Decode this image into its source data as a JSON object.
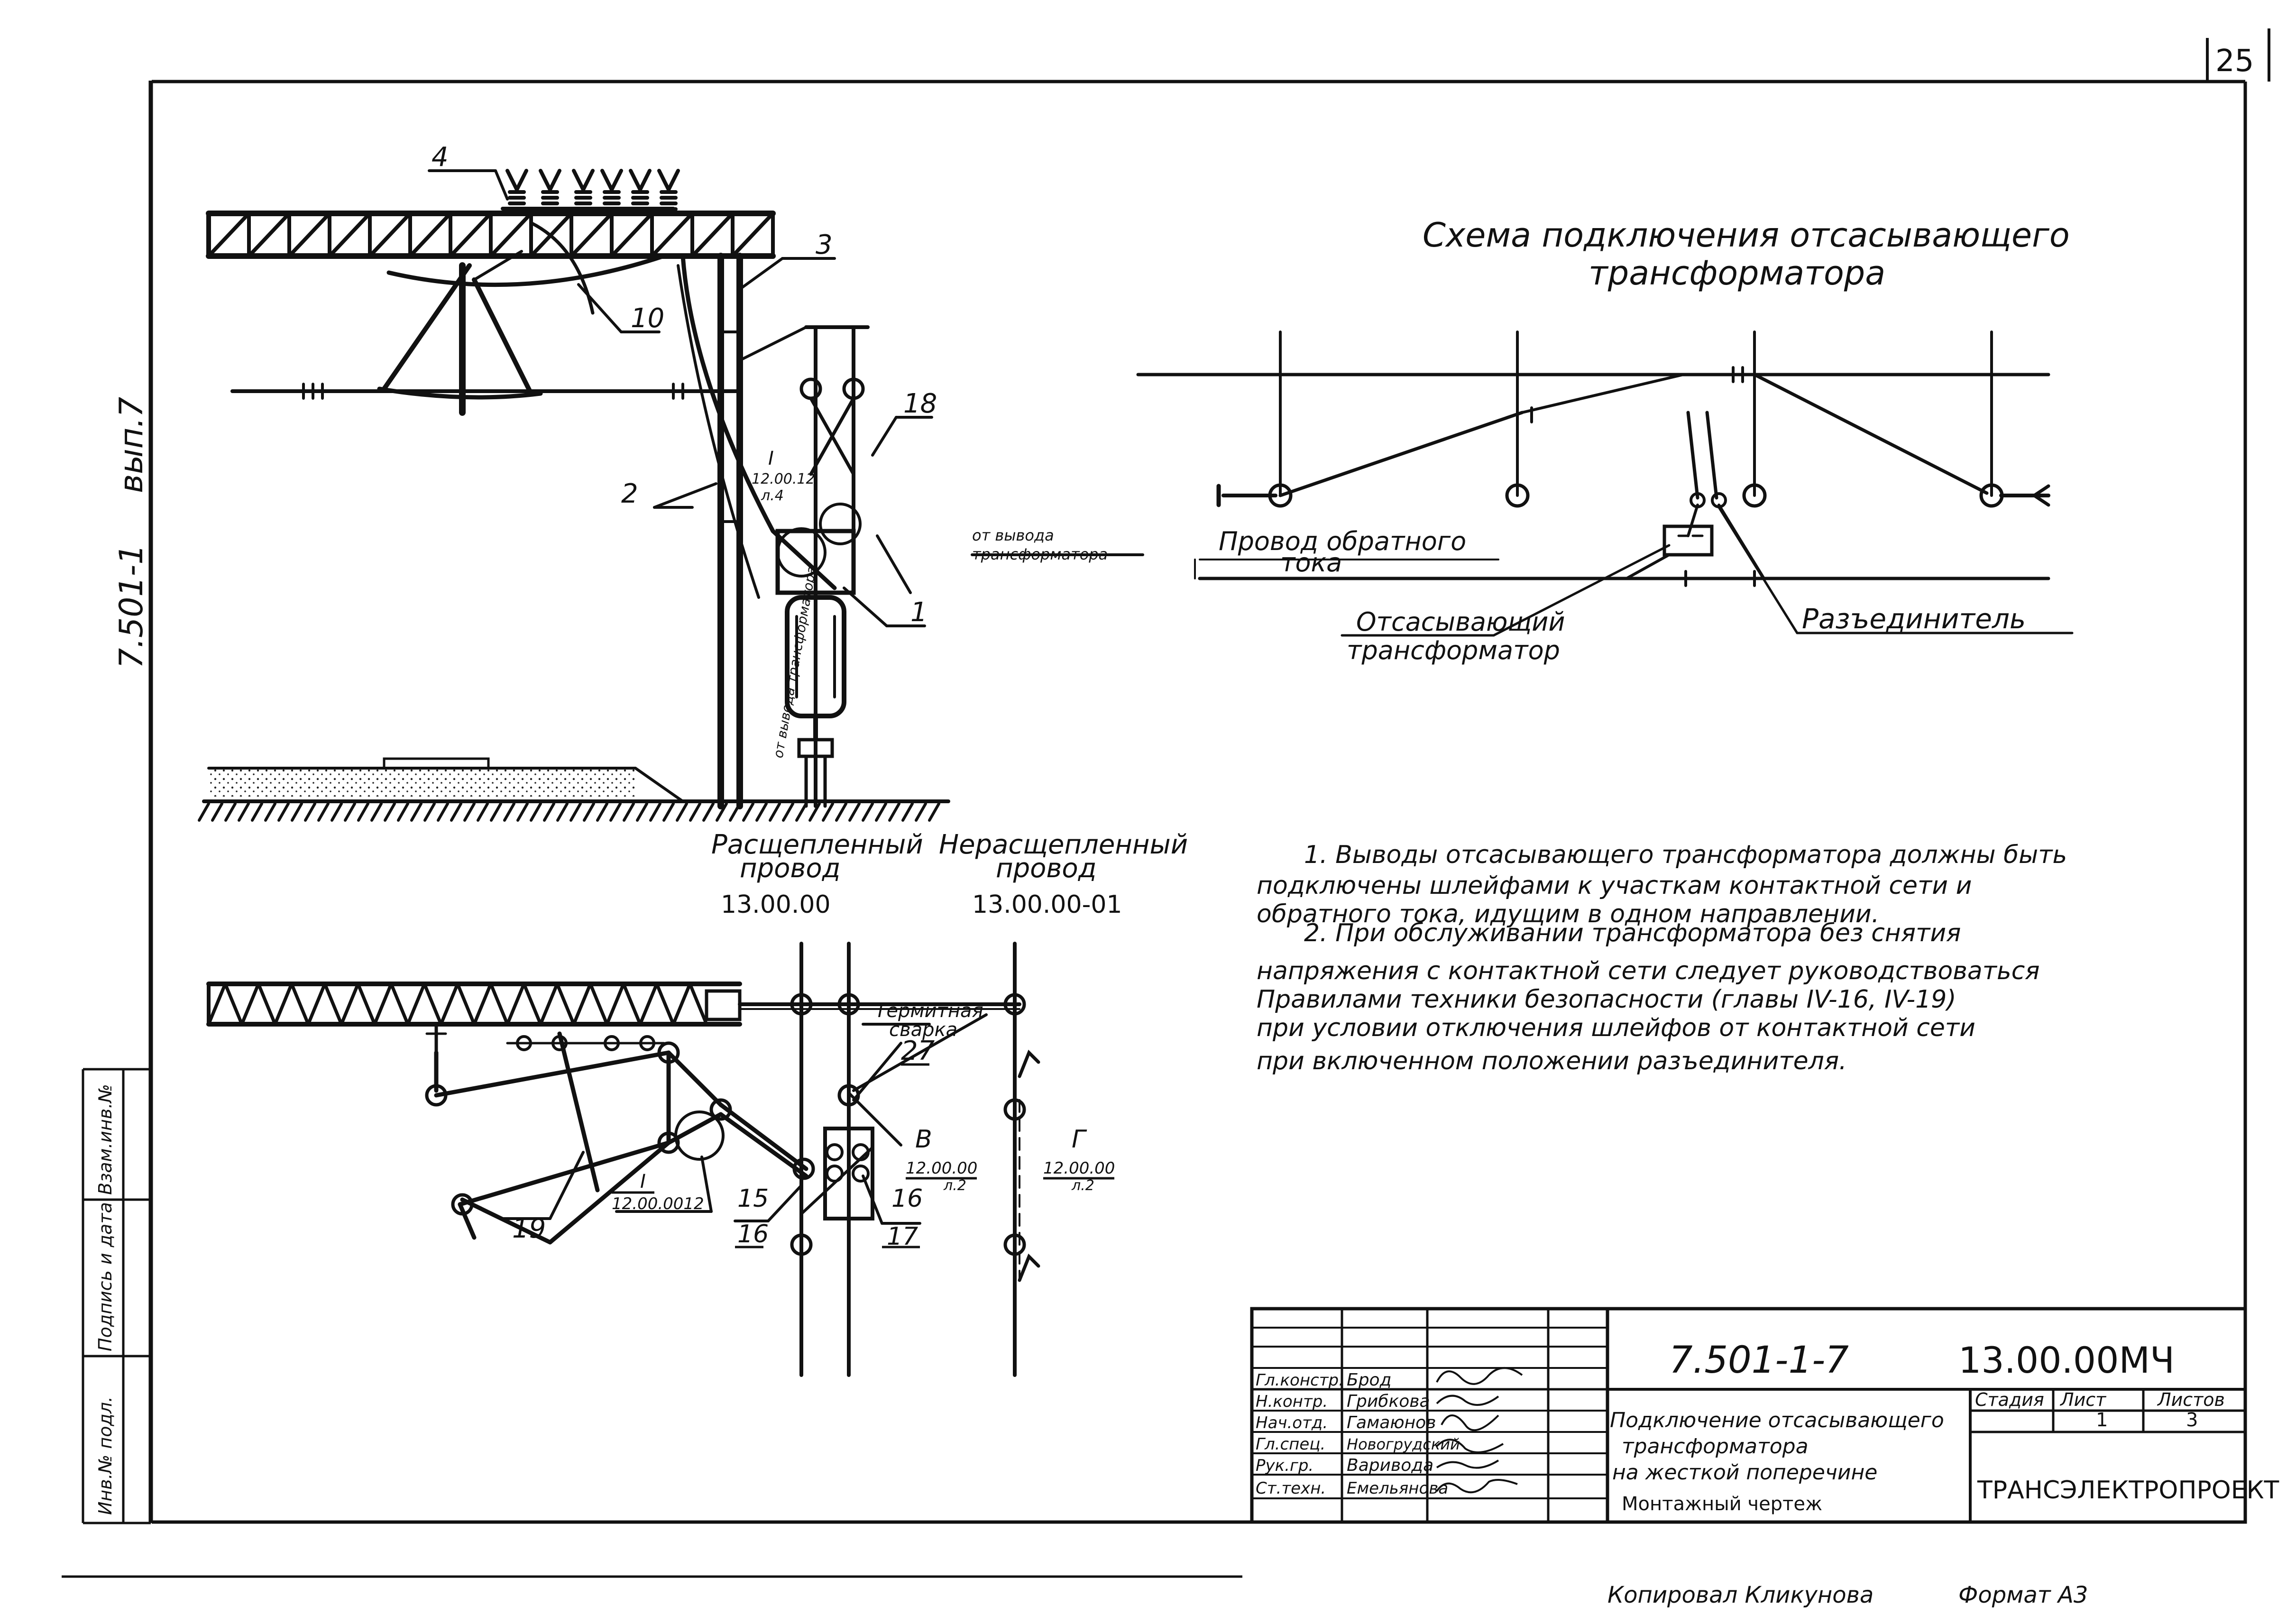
{
  "page_number": "25",
  "side": {
    "doc_vertical": "7.501-1",
    "vyp_vertical": "вып.7",
    "stamp_fields": [
      "Инв.№ подл.",
      "Подпись и дата",
      "Взам.инв.№"
    ]
  },
  "schema": {
    "title_line1": "Схема подключения отсасывающего",
    "title_line2": "трансформатора",
    "label_return_wire_1": "Провод обратного",
    "label_return_wire_2": "тока",
    "label_transformer_1": "Отсасывающий",
    "label_transformer_2": "трансформатор",
    "label_disconnector": "Разъединитель"
  },
  "elevation": {
    "callouts": [
      "4",
      "3",
      "10",
      "18",
      "2",
      "1"
    ],
    "detail_mark_num": "I",
    "detail_mark_ref": "12.00.12",
    "detail_mark_sheet": "л.4",
    "from_terminal_1": "от вывода",
    "from_terminal_2": "трансформатора",
    "from_terminal_vertical": "от вывода трансформатора",
    "split_wire_1": "Расщепленный",
    "split_wire_2": "провод",
    "split_wire_code": "13.00.00",
    "nonsplit_wire_1": "Нерасщепленный",
    "nonsplit_wire_2": "провод",
    "nonsplit_wire_code": "13.00.00-01"
  },
  "plan": {
    "callouts": [
      "27",
      "15",
      "16",
      "16",
      "17",
      "19"
    ],
    "thermite_1": "Термитная",
    "thermite_2": "сварка",
    "detail_i_num": "I",
    "detail_i_ref": "12.00.0012",
    "detail_v_letter": "В",
    "detail_v_ref": "12.00.00",
    "detail_v_sheet": "л.2",
    "detail_g_letter": "Г",
    "detail_g_ref": "12.00.00",
    "detail_g_sheet": "л.2"
  },
  "notes": [
    "1. Выводы отсасывающего трансформатора должны быть",
    "подключены шлейфами к участкам контактной сети и",
    "обратного тока, идущим в одном направлении.",
    "2. При обслуживании трансформатора без снятия",
    "напряжения с контактной сети следует руководствоваться",
    "Правилами техники безопасности (главы IV-16, IV-19)",
    "при условии отключения шлейфов от контактной сети",
    "при включенном положении разъединителя."
  ],
  "title_block": {
    "doc_number": "7.501-1-7",
    "drawing_code": "13.00.00МЧ",
    "title_lines": [
      "Подключение отсасывающего",
      "трансформатора",
      "на жесткой поперечине",
      "Монтажный чертеж"
    ],
    "headers": {
      "stage": "Стадия",
      "sheet": "Лист",
      "sheets": "Листов"
    },
    "stage_value": "",
    "sheet_value": "1",
    "sheets_value": "3",
    "company": "ТРАНСЭЛЕКТРОПРОЕКТ",
    "staff": [
      {
        "role": "Гл.констр.",
        "name": "Брод"
      },
      {
        "role": "Н.контр.",
        "name": "Грибкова"
      },
      {
        "role": "Нач.отд.",
        "name": "Гамаюнов"
      },
      {
        "role": "Гл.спец.",
        "name": "Новогрудский"
      },
      {
        "role": "Рук.гр.",
        "name": "Варивода"
      },
      {
        "role": "Ст.техн.",
        "name": "Емельянова"
      }
    ]
  },
  "footer": {
    "copied_by": "Копировал Кликунова",
    "format": "Формат А3"
  }
}
